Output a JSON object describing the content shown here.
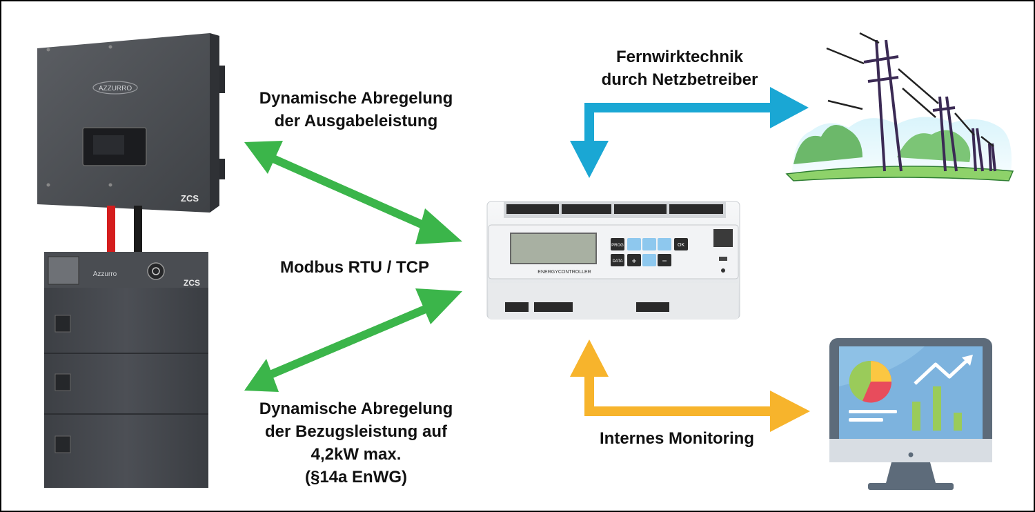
{
  "labels": {
    "output_curtailment": [
      "Dynamische Abregelung",
      "der Ausgabeleistung"
    ],
    "modbus": "Modbus RTU / TCP",
    "consumption_curtailment": [
      "Dynamische Abregelung",
      "der Bezugsleistung auf",
      "4,2kW max.",
      "(§14a EnWG)"
    ],
    "telecontrol": [
      "Fernwirktechnik",
      "durch Netzbetreiber"
    ],
    "monitoring": "Internes Monitoring"
  },
  "device_text": {
    "inverter_brand": "AZZURRO",
    "inverter_logo": "ZCS",
    "battery_brand": "Azzurro",
    "battery_logo": "ZCS",
    "controller_brand": "ENERGYCONTROLLER",
    "btn_prog": "PROG",
    "btn_data": "DATA",
    "btn_ok": "OK",
    "btn_plus": "+",
    "btn_minus": "−"
  },
  "colors": {
    "green_arrow": "#3bb54a",
    "blue_arrow": "#1aa7d4",
    "orange_arrow": "#f7b42c",
    "device_dark": "#4a4d52",
    "controller_body": "#eef0f2"
  }
}
